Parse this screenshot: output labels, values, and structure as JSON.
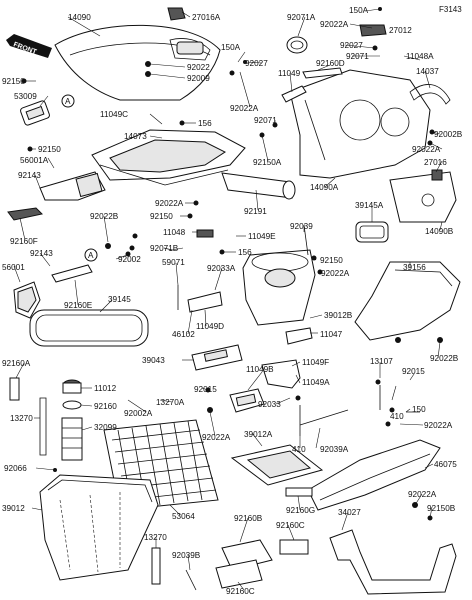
{
  "diagram_code": "F3143",
  "front_label": "FRONT",
  "callouts": [
    "A"
  ],
  "parts": [
    {
      "label": "14090"
    },
    {
      "label": "27016A"
    },
    {
      "label": "92071A"
    },
    {
      "label": "150A"
    },
    {
      "label": "92022A"
    },
    {
      "label": "27012"
    },
    {
      "label": "92150"
    },
    {
      "label": "92022"
    },
    {
      "label": "92009"
    },
    {
      "label": "150A"
    },
    {
      "label": "92027"
    },
    {
      "label": "92027"
    },
    {
      "label": "92071"
    },
    {
      "label": "11048A"
    },
    {
      "label": "53009"
    },
    {
      "label": "11049"
    },
    {
      "label": "92160D"
    },
    {
      "label": "14037"
    },
    {
      "label": "11049C"
    },
    {
      "label": "92022A"
    },
    {
      "label": "156"
    },
    {
      "label": "92071"
    },
    {
      "label": "14073"
    },
    {
      "label": "92002B"
    },
    {
      "label": "92150"
    },
    {
      "label": "56001A"
    },
    {
      "label": "92150A"
    },
    {
      "label": "92022A"
    },
    {
      "label": "27016"
    },
    {
      "label": "14090A"
    },
    {
      "label": "92143"
    },
    {
      "label": "92022A"
    },
    {
      "label": "92191"
    },
    {
      "label": "92150"
    },
    {
      "label": "39145A"
    },
    {
      "label": "14090B"
    },
    {
      "label": "92160F"
    },
    {
      "label": "11048"
    },
    {
      "label": "11049E"
    },
    {
      "label": "92039"
    },
    {
      "label": "92022B"
    },
    {
      "label": "92071B"
    },
    {
      "label": "156"
    },
    {
      "label": "92150"
    },
    {
      "label": "92143"
    },
    {
      "label": "92002"
    },
    {
      "label": "59071"
    },
    {
      "label": "92033A"
    },
    {
      "label": "92022A"
    },
    {
      "label": "39156"
    },
    {
      "label": "56001"
    },
    {
      "label": "92160E"
    },
    {
      "label": "39145"
    },
    {
      "label": "39012B"
    },
    {
      "label": "11049D"
    },
    {
      "label": "46102"
    },
    {
      "label": "11047"
    },
    {
      "label": "92022B"
    },
    {
      "label": "39043"
    },
    {
      "label": "11049F"
    },
    {
      "label": "92015"
    },
    {
      "label": "92160A"
    },
    {
      "label": "11012"
    },
    {
      "label": "11049B"
    },
    {
      "label": "13107"
    },
    {
      "label": "92015"
    },
    {
      "label": "11049A"
    },
    {
      "label": "92002A"
    },
    {
      "label": "13270A"
    },
    {
      "label": "92160"
    },
    {
      "label": "92033"
    },
    {
      "label": "150"
    },
    {
      "label": "410"
    },
    {
      "label": "13270"
    },
    {
      "label": "32099"
    },
    {
      "label": "92022A"
    },
    {
      "label": "39012A"
    },
    {
      "label": "92022A"
    },
    {
      "label": "410"
    },
    {
      "label": "92039A"
    },
    {
      "label": "92066"
    },
    {
      "label": "46075"
    },
    {
      "label": "39012"
    },
    {
      "label": "53064"
    },
    {
      "label": "92160G"
    },
    {
      "label": "92022A"
    },
    {
      "label": "92160B"
    },
    {
      "label": "92160C"
    },
    {
      "label": "34027"
    },
    {
      "label": "92150B"
    },
    {
      "label": "13270"
    },
    {
      "label": "92039B"
    },
    {
      "label": "92160C"
    }
  ]
}
